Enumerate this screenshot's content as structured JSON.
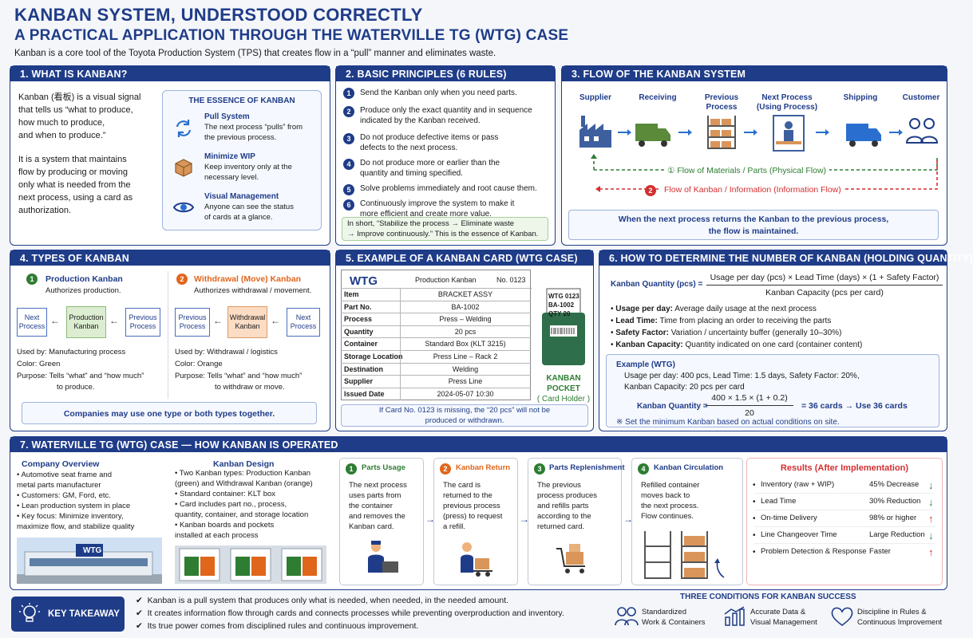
{
  "header": {
    "title": "KANBAN SYSTEM, UNDERSTOOD CORRECTLY",
    "subtitle": "A PRACTICAL APPLICATION THROUGH THE WATERVILLE TG  (WTG)  CASE",
    "intro": "Kanban is a core tool of the Toyota Production System (TPS) that creates flow in a “pull” manner and eliminates waste."
  },
  "s1": {
    "title": "1. WHAT IS KANBAN?",
    "p1": [
      "Kanban (看板) is a visual signal",
      "that tells us “what to produce,",
      "how much to produce,",
      "and when to produce.”"
    ],
    "p2": [
      "It is a system that maintains",
      "flow by producing or moving",
      "only what is needed from the",
      "next process, using a card as",
      "authorization."
    ],
    "essence_title": "THE ESSENCE OF KANBAN",
    "items": [
      {
        "title": "Pull System",
        "l1": "The next process “pulls” from",
        "l2": "the previous process.",
        "icon": "refresh-icon"
      },
      {
        "title": "Minimize WIP",
        "l1": "Keep inventory only at the",
        "l2": "necessary level.",
        "icon": "box-icon"
      },
      {
        "title": "Visual Management",
        "l1": "Anyone can see the status",
        "l2": "of cards at a glance.",
        "icon": "eye-icon"
      }
    ]
  },
  "s2": {
    "title": "2. BASIC PRINCIPLES (6 RULES)",
    "rules": [
      {
        "n": "1",
        "l1": "Send the Kanban only when you need parts.",
        "l2": ""
      },
      {
        "n": "2",
        "l1": "Produce only the exact quantity and in sequence",
        "l2": "indicated by the Kanban received."
      },
      {
        "n": "3",
        "l1": "Do not produce defective items or pass",
        "l2": "defects to the next process."
      },
      {
        "n": "4",
        "l1": "Do not produce more or earlier than the",
        "l2": "quantity and timing specified."
      },
      {
        "n": "5",
        "l1": "Solve problems immediately and root cause them.",
        "l2": ""
      },
      {
        "n": "6",
        "l1": "Continuously improve the system to make it",
        "l2": "more efficient and create more value."
      }
    ],
    "summary1": "In short, “Stabilize the process → Eliminate waste",
    "summary2": "→ Improve continuously.” This is the essence of Kanban."
  },
  "s3": {
    "title": "3. FLOW OF THE KANBAN SYSTEM",
    "stages": [
      {
        "l1": "Supplier",
        "l2": "",
        "icon": "factory-icon"
      },
      {
        "l1": "Receiving",
        "l2": "",
        "icon": "truck-icon"
      },
      {
        "l1": "Previous",
        "l2": "Process",
        "icon": "shelf-icon"
      },
      {
        "l1": "Next Process",
        "l2": "(Using Process)",
        "icon": "workstation-icon"
      },
      {
        "l1": "Shipping",
        "l2": "",
        "icon": "truck-icon"
      },
      {
        "l1": "Customer",
        "l2": "",
        "icon": "people-icon"
      }
    ],
    "flow1": "① Flow of Materials / Parts (Physical Flow)",
    "flow2_num": "2",
    "flow2": "Flow of Kanban / Information (Information Flow)",
    "note1": "When the next process returns the Kanban to the previous process,",
    "note2": "the flow is maintained."
  },
  "s4": {
    "title": "4. TYPES OF KANBAN",
    "prod": {
      "n": "1",
      "title": "Production Kanban",
      "sub": "Authorizes production.",
      "next": [
        "Next",
        "Process"
      ],
      "card": [
        "Production",
        "Kanban"
      ],
      "prev": [
        "Previous",
        "Process"
      ],
      "b1": "Used by: Manufacturing process",
      "b2": "Color: Green",
      "b3a": "Purpose: Tells “what” and “how much”",
      "b3b": "to produce."
    },
    "wd": {
      "n": "2",
      "title": "Withdrawal (Move) Kanban",
      "sub": "Authorizes withdrawal / movement.",
      "prev": [
        "Previous",
        "Process"
      ],
      "card": [
        "Withdrawal",
        "Kanban"
      ],
      "next": [
        "Next",
        "Process"
      ],
      "b1": "Used by: Withdrawal / logistics",
      "b2": "Color: Orange",
      "b3a": "Purpose: Tells “what” and “how much”",
      "b3b": "to withdraw or move."
    },
    "note": "Companies may use one type or both types together."
  },
  "s5": {
    "title": "5. EXAMPLE OF A KANBAN CARD (WTG CASE)",
    "logo": "WTG",
    "card_type": "Production Kanban",
    "card_no": "No. 0123",
    "rows": [
      [
        "Item",
        "BRACKET ASSY"
      ],
      [
        "Part No.",
        "BA-1002"
      ],
      [
        "Process",
        "Press – Welding"
      ],
      [
        "Quantity",
        "20 pcs"
      ],
      [
        "Container",
        "Standard Box (KLT 3215)"
      ],
      [
        "Storage Location",
        "Press Line – Rack 2"
      ],
      [
        "Destination",
        "Welding"
      ],
      [
        "Supplier",
        "Press Line"
      ],
      [
        "Issued Date",
        "2024-05-07 10:30"
      ]
    ],
    "mini": [
      "WTG 0123",
      "BA-1002",
      "QTY 20"
    ],
    "pocket": [
      "KANBAN",
      "POCKET",
      "( Card Holder )"
    ],
    "note1": "If Card No. 0123 is missing, the “20 pcs” will not be",
    "note2": "produced or withdrawn."
  },
  "s6": {
    "title": "6. HOW TO DETERMINE THE NUMBER OF KANBAN (HOLDING QUANTITY)",
    "lhs": "Kanban Quantity (pcs) =",
    "num": "Usage per day (pcs) × Lead Time (days) × (1 + Safety Factor)",
    "den": "Kanban Capacity (pcs per card)",
    "defs": [
      [
        "Usage per day:",
        "Average daily usage at the next process"
      ],
      [
        "Lead Time:",
        "Time from placing an order to receiving the parts"
      ],
      [
        "Safety Factor:",
        "Variation / uncertainty buffer (generally 10–30%)"
      ],
      [
        "Kanban Capacity:",
        "Quantity indicated on one card (container content)"
      ]
    ],
    "ex_title": "Example (WTG)",
    "ex1": "Usage per day: 400 pcs, Lead Time: 1.5 days, Safety Factor: 20%,",
    "ex2": "Kanban Capacity: 20 pcs per card",
    "ex_lhs": "Kanban Quantity  =",
    "ex_num": "400 × 1.5 × (1 + 0.2)",
    "ex_den": "20",
    "ex_res": "=    36 cards  →  Use 36 cards",
    "ex_note": "※ Set the minimum Kanban based on actual conditions on site."
  },
  "s7": {
    "title": "7. WATERVILLE TG (WTG) CASE — HOW KANBAN IS OPERATED",
    "ov_title": "Company Overview",
    "ov": [
      "• Automotive seat frame and",
      "   metal parts manufacturer",
      "• Customers: GM, Ford, etc.",
      "• Lean production system in place",
      "• Key focus: Minimize inventory,",
      "   maximize flow, and stabilize quality"
    ],
    "kd_title": "Kanban Design",
    "kd": [
      "• Two Kanban types: Production Kanban",
      "   (green) and Withdrawal Kanban (orange)",
      "• Standard container: KLT box",
      "• Card includes part no., process,",
      "   quantity, container, and storage location",
      "• Kanban boards and pockets",
      "   installed at each process"
    ],
    "logo": "WTG",
    "steps": [
      {
        "n": "1",
        "title": "Parts Usage",
        "lines": [
          "The next process",
          "uses parts from",
          "the container",
          "and removes the",
          "Kanban card."
        ],
        "icon": "worker-icon"
      },
      {
        "n": "2",
        "title": "Kanban Return",
        "lines": [
          "The card is",
          "returned to the",
          "previous process",
          "(press) to request",
          "a refill."
        ],
        "icon": "cart-worker-icon"
      },
      {
        "n": "3",
        "title": "Parts Replenishment",
        "lines": [
          "The previous",
          "process produces",
          "and refills parts",
          "according to the",
          "returned card."
        ],
        "icon": "cart-icon"
      },
      {
        "n": "4",
        "title": "Kanban Circulation",
        "lines": [
          "Refilled container",
          "moves back to",
          "the next process.",
          "Flow continues."
        ],
        "icon": "rack-icon"
      }
    ],
    "res_title": "Results (After Implementation)",
    "results": [
      [
        "Inventory (raw + WIP)",
        "45% Decrease",
        "↓"
      ],
      [
        "Lead Time",
        "30% Reduction",
        "↓"
      ],
      [
        "On-time Delivery",
        "98% or higher",
        "↑"
      ],
      [
        "Line Changeover Time",
        "Large Reduction",
        "↓"
      ],
      [
        "Problem Detection & Response",
        "Faster",
        "↑"
      ]
    ]
  },
  "footer": {
    "key": "KEY TAKEAWAY",
    "points": [
      "Kanban is a pull system that produces only what is needed, when needed, in the needed amount.",
      "It creates information flow through cards and connects processes while preventing overproduction and inventory.",
      "Its true power comes from disciplined rules and continuous improvement."
    ],
    "cond_title": "THREE CONDITIONS FOR KANBAN SUCCESS",
    "conds": [
      [
        "Standardized",
        "Work & Containers",
        "people-icon"
      ],
      [
        "Accurate Data &",
        "Visual Management",
        "chart-icon"
      ],
      [
        "Discipline in Rules &",
        "Continuous Improvement",
        "heart-icon"
      ]
    ]
  },
  "colors": {
    "navy": "#1f3c88",
    "green": "#2e7d32",
    "orange": "#e0661b",
    "red": "#d32f2f"
  }
}
